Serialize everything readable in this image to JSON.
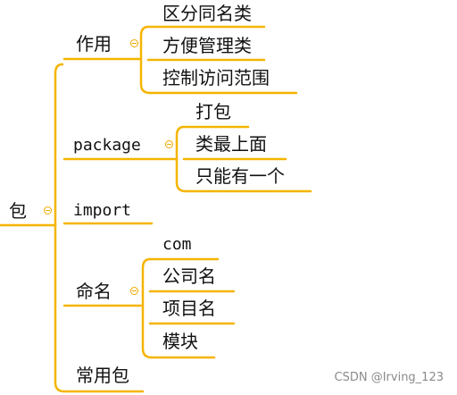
{
  "colors": {
    "line": "#f5b400",
    "toggle": "#f0a800",
    "text": "#111111"
  },
  "mindmap": {
    "root": {
      "label": "包"
    },
    "branches": [
      {
        "label": "作用",
        "children": [
          "区分同名类",
          "方便管理类",
          "控制访问范围"
        ]
      },
      {
        "label": "package",
        "children": [
          "打包",
          "类最上面",
          "只能有一个"
        ]
      },
      {
        "label": "import",
        "children": []
      },
      {
        "label": "命名",
        "children": [
          "com",
          "公司名",
          "项目名",
          "模块"
        ]
      },
      {
        "label": "常用包",
        "children": []
      }
    ]
  },
  "watermark": "CSDN @Irving_123"
}
